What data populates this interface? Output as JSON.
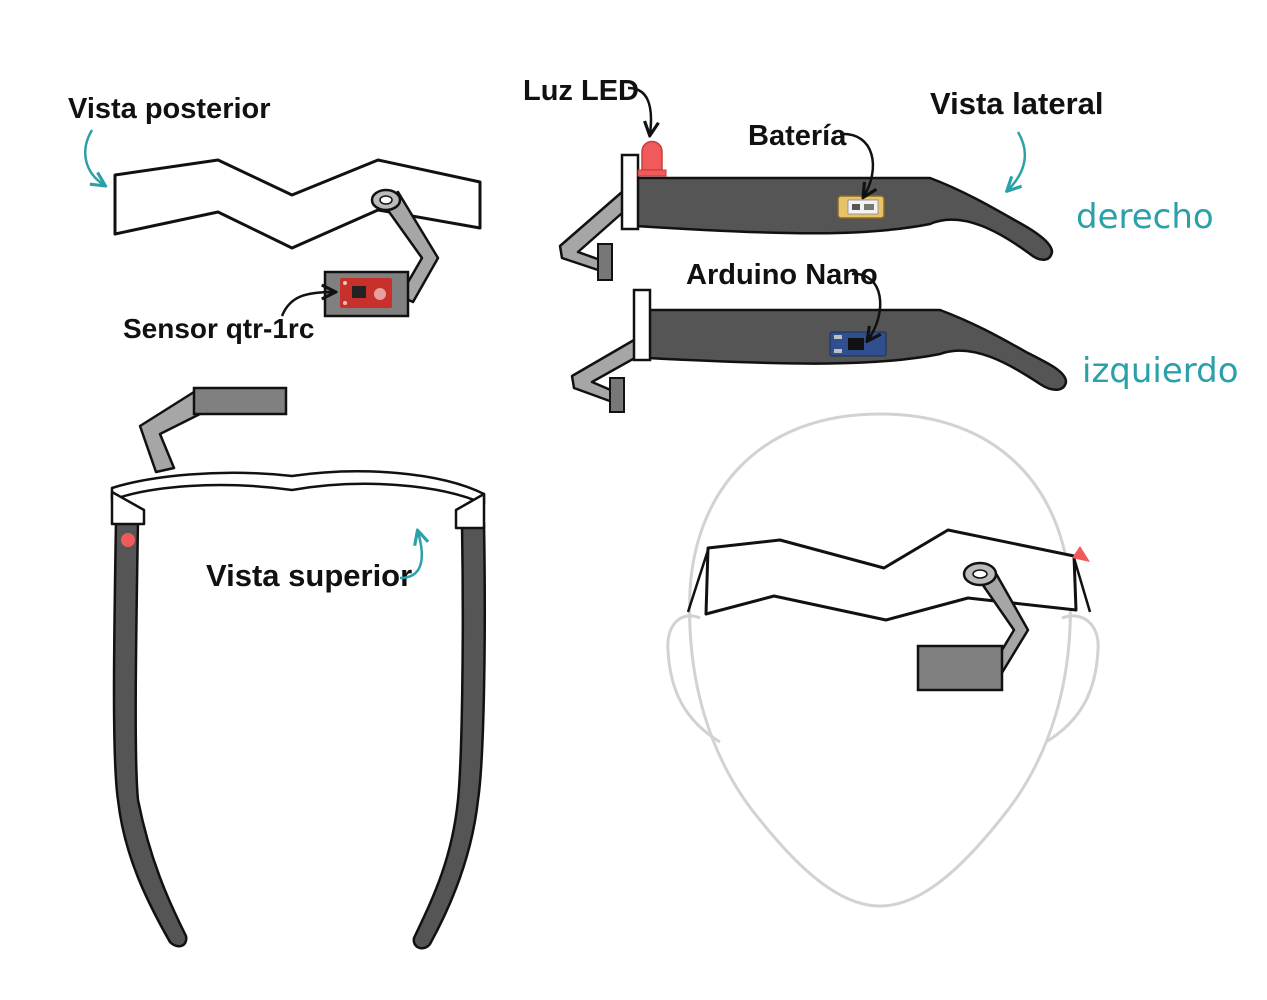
{
  "labels": {
    "rear_view": "Vista posterior",
    "sensor": "Sensor qtr-1rc",
    "led": "Luz LED",
    "battery": "Batería",
    "side_view": "Vista lateral",
    "right": "derecho",
    "arduino": "Arduino Nano",
    "left": "izquierdo",
    "top_view": "Vista superior"
  },
  "colors": {
    "stroke": "#111111",
    "temple": "#555555",
    "box": "#808080",
    "arm": "#a6a6a6",
    "accent": "#2aa0a8",
    "led": "#f05a5a",
    "sensor_board": "#c8302c",
    "arduino_board": "#2f4f8f",
    "head_outline": "#d2d2d2"
  }
}
